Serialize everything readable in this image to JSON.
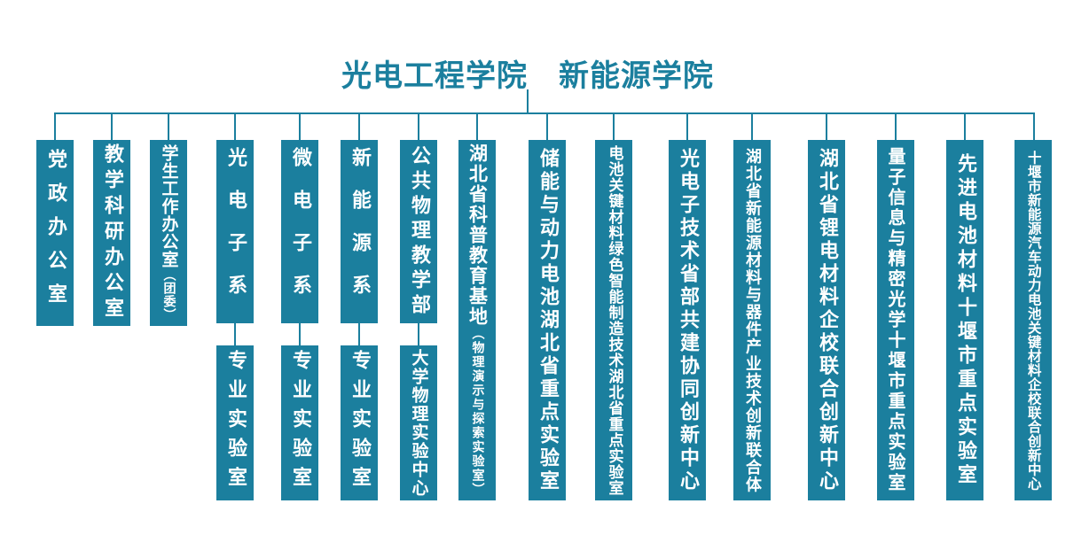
{
  "title": "光电工程学院　新能源学院",
  "colors": {
    "accent": "#1b7f9e",
    "box_text": "#ffffff",
    "background": "#ffffff"
  },
  "boxes": [
    {
      "label": "党政办公室"
    },
    {
      "label": "教学科研办公室"
    },
    {
      "label": "学生工作办公室",
      "sublabel": "（团委）"
    },
    {
      "label": "光电子系"
    },
    {
      "label": "微电子系"
    },
    {
      "label": "新能源系"
    },
    {
      "label": "公共物理教学部"
    },
    {
      "label": "湖北省科普教育基地",
      "sublabel": "（物理演示与探索实验室）"
    },
    {
      "label": "储能与动力电池湖北省重点实验室"
    },
    {
      "label": "电池关键材料绿色智能制造技术湖北省重点实验室"
    },
    {
      "label": "光电子技术省部共建协同创新中心"
    },
    {
      "label": "湖北省新能源材料与器件产业技术创新联合体"
    },
    {
      "label": "湖北省锂电材料企校联合创新中心"
    },
    {
      "label": "量子信息与精密光学十堰市重点实验室"
    },
    {
      "label": "先进电池材料十堰市重点实验室"
    },
    {
      "label": "十堰市新能源汽车动力电池关键材料企校联合创新中心"
    }
  ],
  "children": [
    {
      "label": "专业实验室",
      "parent": "光电子系"
    },
    {
      "label": "专业实验室",
      "parent": "微电子系"
    },
    {
      "label": "专业实验室",
      "parent": "新能源系"
    },
    {
      "label": "大学物理实验中心",
      "parent": "公共物理教学部"
    }
  ]
}
